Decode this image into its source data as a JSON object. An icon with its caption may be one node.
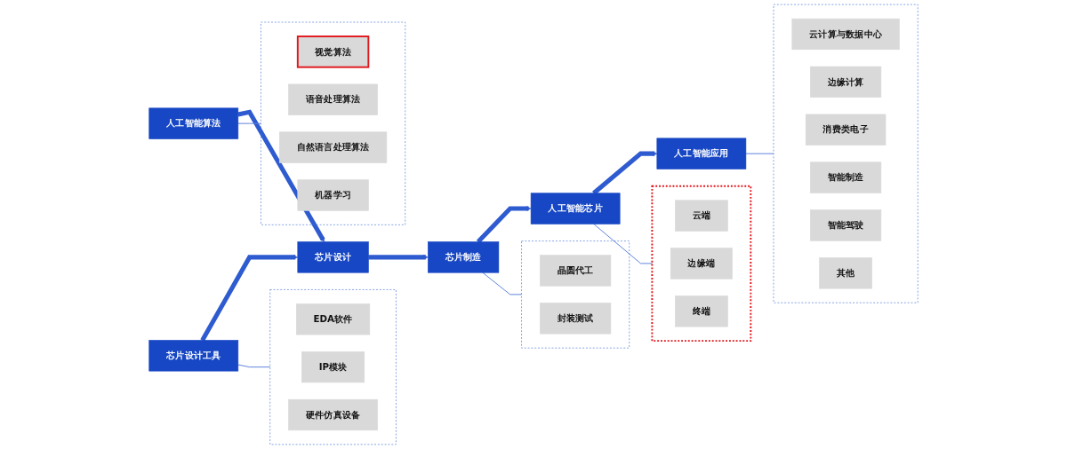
{
  "diagram": {
    "nodes": [
      {
        "text": [
          "人工智能算法"
        ]
      },
      {
        "text": [],
        "shape": "box"
      },
      {
        "text": [
          "视觉算法"
        ],
        "in": 1
      },
      {
        "text": [
          "语音处理算法"
        ],
        "in": 1
      },
      {
        "text": [
          "自然语言处理算法"
        ],
        "in": 1
      },
      {
        "text": [
          "机器学习"
        ],
        "in": 1
      },
      {
        "text": [
          "芯片设计"
        ]
      },
      {
        "text": [
          "芯片设计工具"
        ]
      },
      {
        "text": [],
        "shape": "box"
      },
      {
        "text": [
          "EDA软件"
        ],
        "in": 8
      },
      {
        "text": [
          "IP模块"
        ],
        "in": 8
      },
      {
        "text": [
          "硬件仿真设备"
        ],
        "in": 8
      },
      {
        "text": [
          "芯片制造"
        ]
      },
      {
        "text": [],
        "shape": "box"
      },
      {
        "text": [
          "晶圆代工"
        ],
        "in": 13
      },
      {
        "text": [
          "封装测试"
        ],
        "in": 13
      },
      {
        "text": [
          "人工智能芯片"
        ]
      },
      {
        "text": [],
        "shape": "box"
      },
      {
        "text": [
          "云端"
        ],
        "in": 17
      },
      {
        "text": [
          "边缘端"
        ],
        "in": 17
      },
      {
        "text": [
          "终端"
        ],
        "in": 17
      },
      {
        "text": [
          "人工智能应用"
        ]
      },
      {
        "text": [],
        "shape": "box"
      },
      {
        "text": [
          "云计算与数据中心"
        ],
        "in": 22
      },
      {
        "text": [
          "边缘计算"
        ],
        "in": 22
      },
      {
        "text": [
          "消费类电子"
        ],
        "in": 22
      },
      {
        "text": [
          "智能制造"
        ],
        "in": 22
      },
      {
        "text": [
          "智能驾驶"
        ],
        "in": 22
      },
      {
        "text": [
          "其他"
        ],
        "in": 22
      }
    ],
    "edges": [
      {
        "from": 0,
        "to": 6,
        "arrow": "to",
        "style": "thick"
      },
      {
        "from": 6,
        "to": 12,
        "arrow": "to",
        "style": "thick"
      },
      {
        "from": 12,
        "to": 16,
        "arrow": "to",
        "style": "thick"
      },
      {
        "from": 16,
        "to": 21,
        "arrow": "to",
        "style": "thick"
      },
      {
        "from": 7,
        "to": 6,
        "arrow": "to",
        "style": "thick"
      },
      {
        "from": 0,
        "to": 1,
        "arrow": "none"
      },
      {
        "from": 7,
        "to": 8,
        "arrow": "none"
      },
      {
        "from": 12,
        "to": 13,
        "arrow": "none"
      },
      {
        "from": 16,
        "to": 17,
        "arrow": "none"
      },
      {
        "from": 21,
        "to": 22,
        "arrow": "none"
      }
    ]
  }
}
